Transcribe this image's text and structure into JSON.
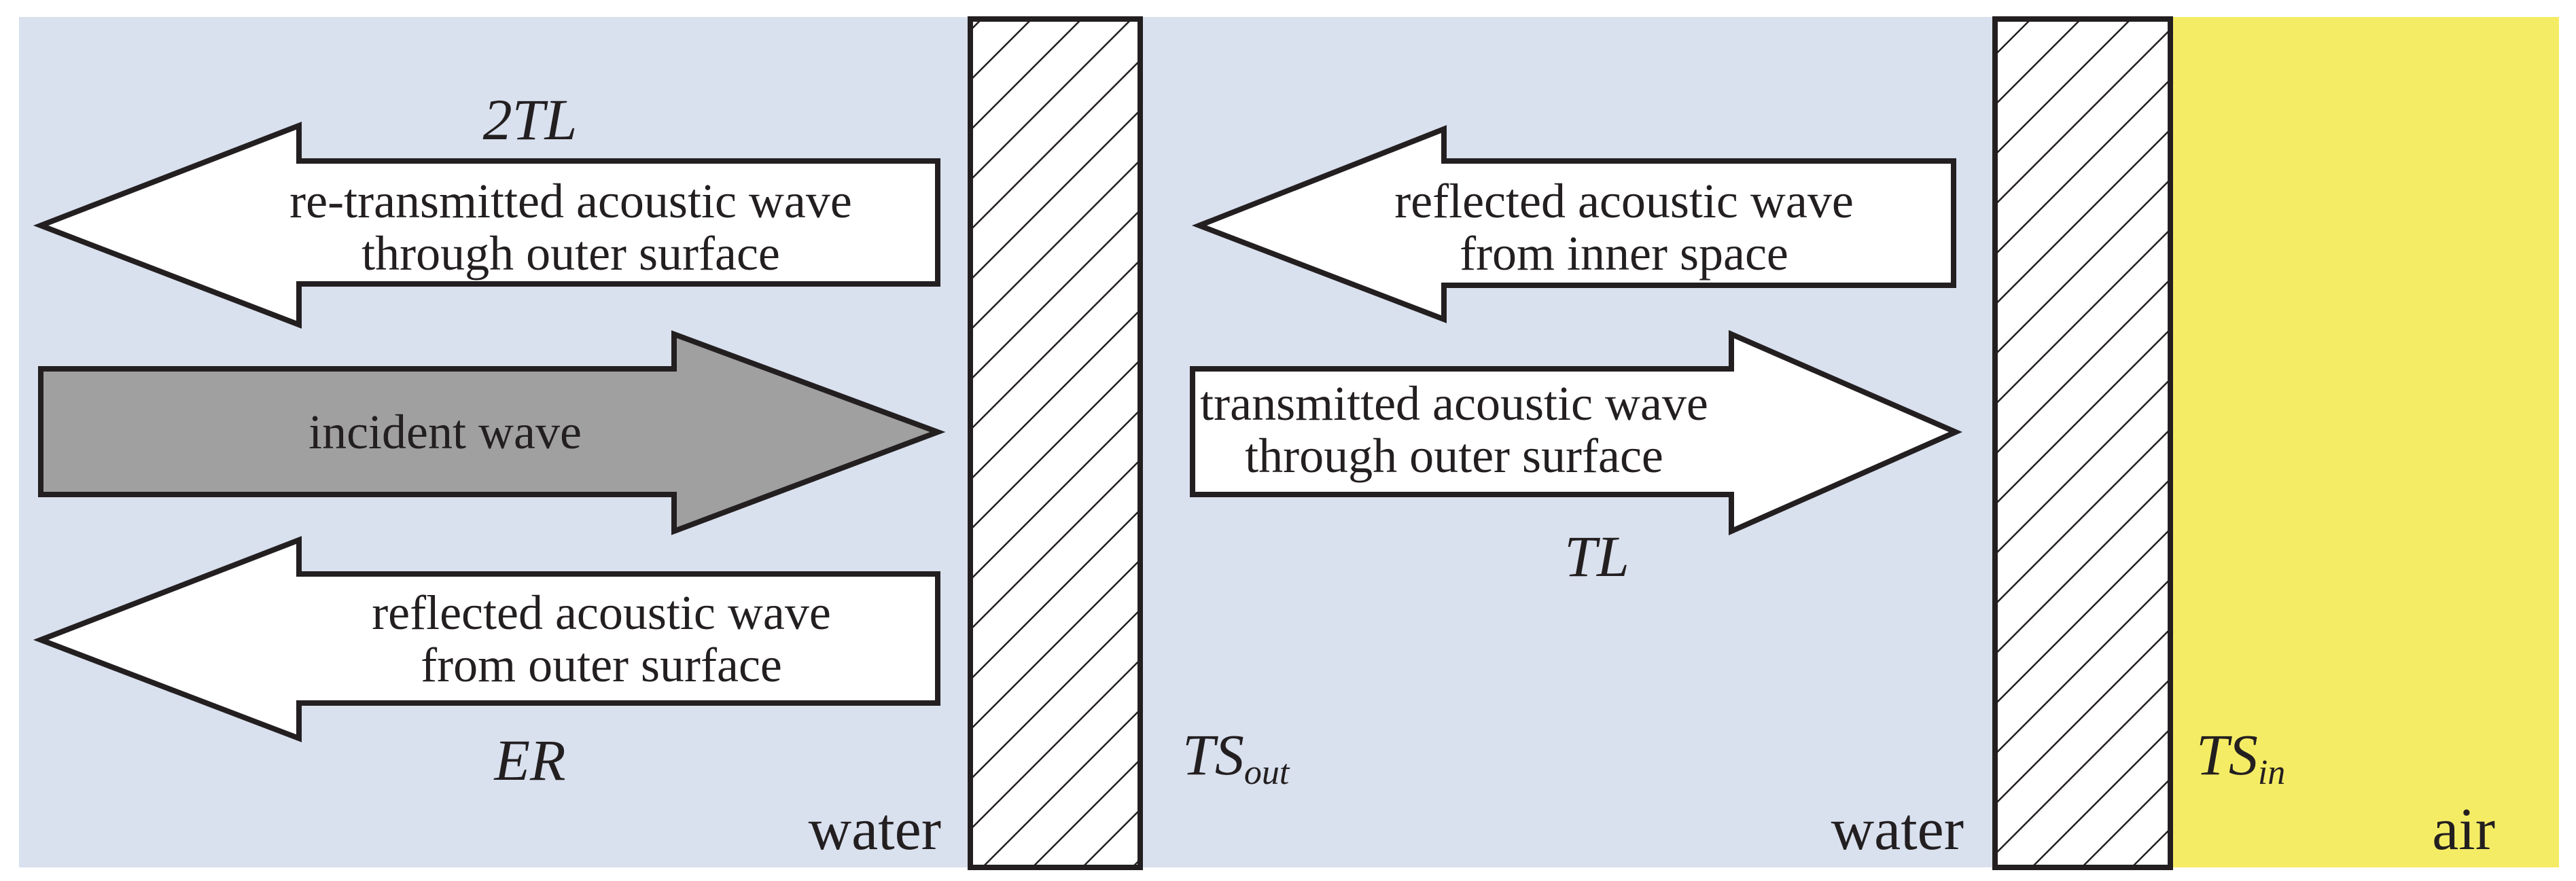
{
  "colors": {
    "water": "#d9e0ee",
    "air": "#f5ec65",
    "incident_fill": "#a0a0a0",
    "outline": "#231f20"
  },
  "arrows": {
    "retransmitted": {
      "code": "2TL",
      "line1": "re-transmitted acoustic wave",
      "line2": "through outer surface"
    },
    "incident": {
      "line1": "incident wave"
    },
    "reflected_outer": {
      "code": "ER",
      "line1": "reflected acoustic wave",
      "line2": "from outer surface"
    },
    "reflected_inner": {
      "line1": "reflected acoustic wave",
      "line2": "from inner space"
    },
    "transmitted": {
      "code": "TL",
      "line1": "transmitted acoustic wave",
      "line2": "through outer surface"
    }
  },
  "surfaces": {
    "outer": {
      "main": "TS",
      "sub": "out"
    },
    "inner": {
      "main": "TS",
      "sub": "in"
    }
  },
  "media": {
    "water_left": "water",
    "water_right": "water",
    "air": "air"
  }
}
